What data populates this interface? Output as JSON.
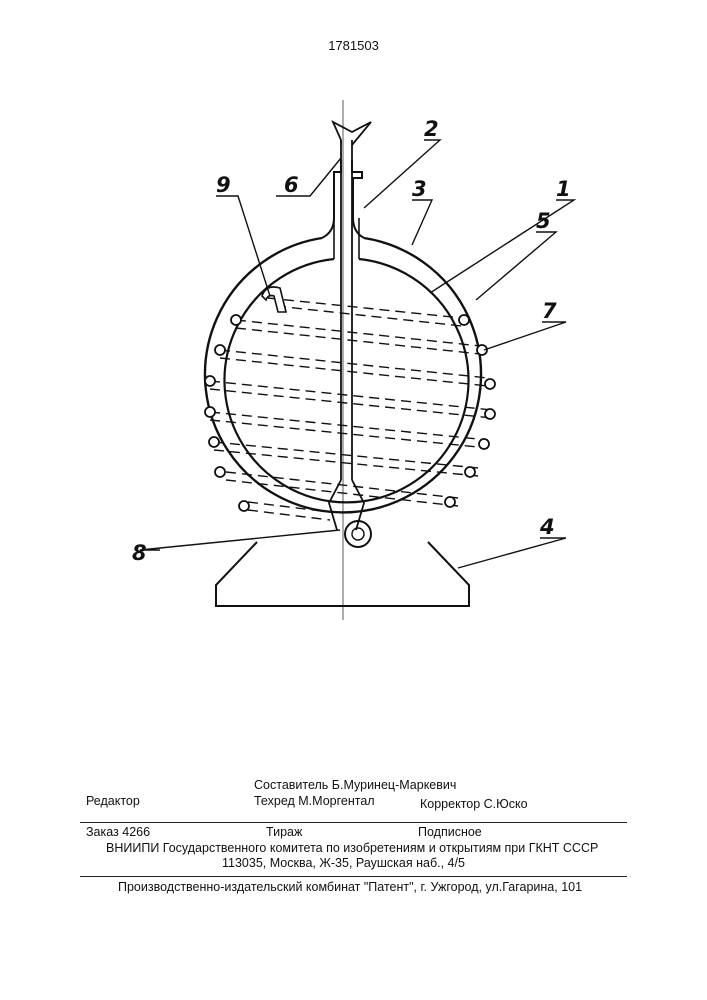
{
  "document": {
    "patent_number": "1781503",
    "figure_labels": {
      "l1": "1",
      "l2": "2",
      "l3": "3",
      "l4": "4",
      "l5": "5",
      "l6": "6",
      "l7": "7",
      "l8": "8",
      "l9": "9"
    }
  },
  "footer": {
    "editor_label": "Редактор",
    "compiler": "Составитель Б.Муринец-Маркевич",
    "techred": "Техред М.Моргентал",
    "corrector": "Корректор  С.Юско",
    "order": "Заказ  4266",
    "circulation": "Тираж",
    "subscription": "Подписное",
    "institute": "ВНИИПИ Государственного комитета по изобретениям и открытиям при ГКНТ СССР",
    "address": "113035, Москва, Ж-35, Раушская наб., 4/5",
    "publisher": "Производственно-издательский комбинат \"Патент\", г. Ужгород, ул.Гагарина, 101"
  }
}
